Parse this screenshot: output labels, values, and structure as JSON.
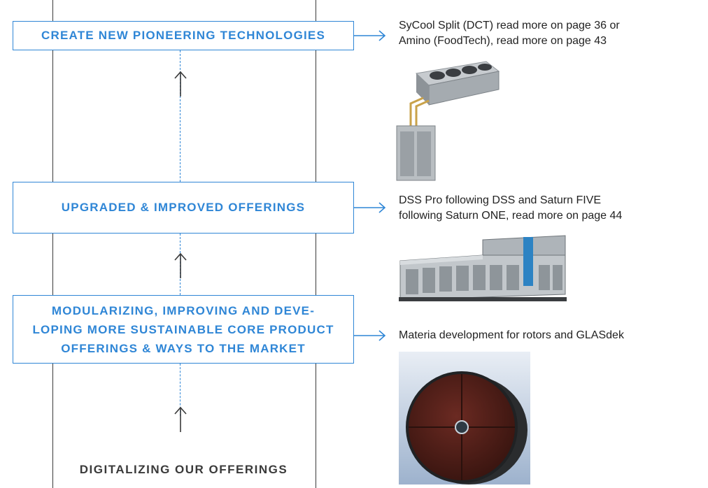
{
  "steps": [
    {
      "label": "CREATE NEW PIONEERING TECHNOLOGIES",
      "description": "SyCool Split (DCT) read more on page 36 or Amino (FoodTech), read more on page 43",
      "description_lines": [
        "SyCool Split (DCT) read more on page 36 or",
        "Amino (FoodTech), read more on page 43"
      ],
      "image": "sycool-split-unit"
    },
    {
      "label": "UPGRADED & IMPROVED OFFERINGS",
      "description": "DSS Pro following DSS and Saturn FIVE following Saturn ONE, read more on page 44",
      "description_lines": [
        "DSS Pro following DSS and Saturn FIVE",
        "following Saturn ONE, read more on page 44"
      ],
      "image": "air-handling-unit"
    },
    {
      "label_lines": [
        "MODULARIZING, IMPROVING AND DEVE-",
        "LOPING MORE SUSTAINABLE CORE PRODUCT",
        "OFFERINGS & WAYS TO THE MARKET"
      ],
      "description": "Materia development for rotors and GLASdek",
      "image": "desiccant-rotor"
    }
  ],
  "base_label": "DIGITALIZING OUR OFFERINGS",
  "colors": {
    "accent": "#2f86d6",
    "line": "#3a3a3a",
    "text": "#222222"
  },
  "icons": [
    "arrow-up-icon",
    "arrow-right-icon"
  ]
}
